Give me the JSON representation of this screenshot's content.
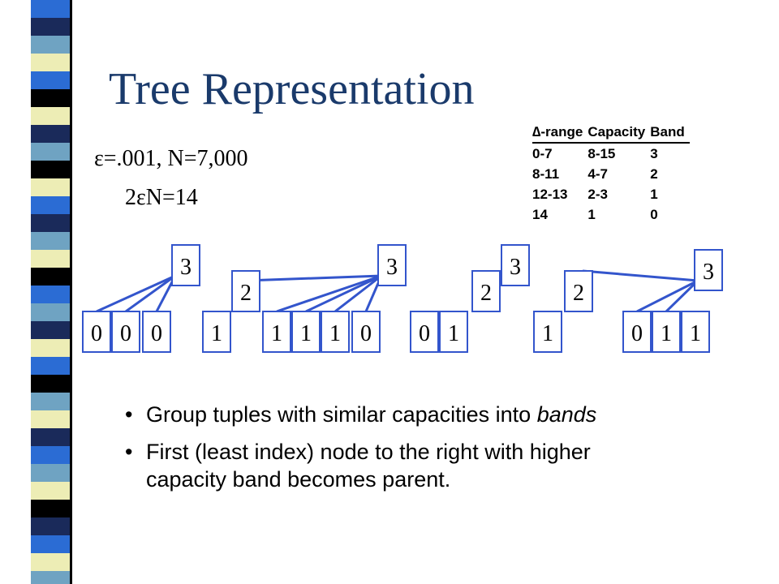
{
  "slide": {
    "title": "Tree Representation",
    "params": {
      "line1": "ε=.001, N=7,000",
      "line2": "2εN=14"
    },
    "band_table": {
      "headers": [
        "∆-range",
        "Capacity",
        "Band"
      ],
      "rows": [
        [
          "0-7",
          "8-15",
          "3"
        ],
        [
          "8-11",
          "4-7",
          "2"
        ],
        [
          "12-13",
          "2-3",
          "1"
        ],
        [
          "14",
          "1",
          "0"
        ]
      ]
    },
    "tree": {
      "leaf_values": [
        "0",
        "0",
        "0",
        "1",
        "1",
        "1",
        "1",
        "0",
        "0",
        "1",
        "1",
        "0",
        "1",
        "1"
      ],
      "parent_nodes": [
        "3",
        "2",
        "3",
        "2",
        "3",
        "2",
        "3"
      ]
    },
    "bullets": [
      {
        "bullet": "•",
        "text": "Group tuples with similar capacities into ",
        "emphasis": "bands"
      },
      {
        "bullet": "•",
        "text": "First (least index) node to the right with higher capacity band becomes parent.",
        "emphasis": ""
      }
    ]
  },
  "colors": {
    "title": "#1a3a6b",
    "node_border": "#3355cc",
    "edge": "#3355cc",
    "stripe": [
      "#1a2a5a",
      "#2b6cd4",
      "#6fa3c2",
      "#ededb5",
      "#000000"
    ]
  }
}
